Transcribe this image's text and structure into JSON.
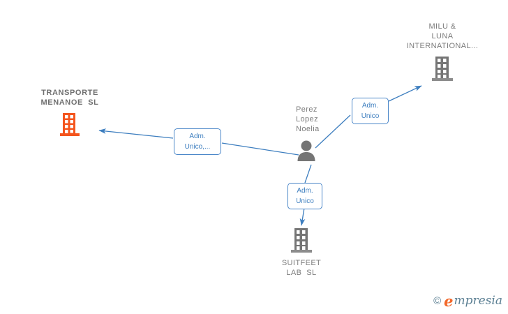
{
  "diagram": {
    "title": "Empresia corporate relationship graph",
    "background": "#ffffff",
    "colors": {
      "edge": "#3d7ebf",
      "edge_label_border": "#4a86c8",
      "edge_label_text": "#3d7ebf",
      "node_gray": "#757575",
      "node_orange": "#f4551e",
      "label_text": "#7c7c7c",
      "watermark_orange": "#f2682a",
      "watermark_blue": "#5b7f93"
    },
    "nodes": [
      {
        "id": "transporte",
        "type": "company-building-icon",
        "icon": "building-icon",
        "color": "#f4551e",
        "highlight": true,
        "label_lines": [
          "TRANSPORTE",
          "MENANOE  SL"
        ],
        "label_align": "center"
      },
      {
        "id": "milu",
        "type": "company-building-icon",
        "icon": "building-icon",
        "color": "#757575",
        "highlight": false,
        "label_lines": [
          "MILU &",
          "LUNA",
          "INTERNATIONAL..."
        ],
        "label_align": "center"
      },
      {
        "id": "person",
        "type": "person-icon",
        "icon": "person-icon",
        "color": "#757575",
        "label_lines": [
          "Perez",
          "Lopez",
          "Noelia"
        ],
        "label_align": "left"
      },
      {
        "id": "suitfeet",
        "type": "company-building-icon",
        "icon": "building-icon",
        "color": "#757575",
        "highlight": false,
        "label_lines": [
          "SUITFEET",
          "LAB  SL"
        ],
        "label_align": "center"
      }
    ],
    "edges": [
      {
        "id": "edge-person-transporte",
        "from": "person",
        "to": "transporte",
        "label_lines": [
          "Adm.",
          "Unico,..."
        ]
      },
      {
        "id": "edge-person-milu",
        "from": "person",
        "to": "milu",
        "label_lines": [
          "Adm.",
          "Unico"
        ]
      },
      {
        "id": "edge-person-suitfeet",
        "from": "person",
        "to": "suitfeet",
        "label_lines": [
          "Adm.",
          "Unico"
        ]
      }
    ]
  },
  "watermark": {
    "copyright": "©",
    "brand_initial": "e",
    "brand_rest": "mpresia"
  }
}
